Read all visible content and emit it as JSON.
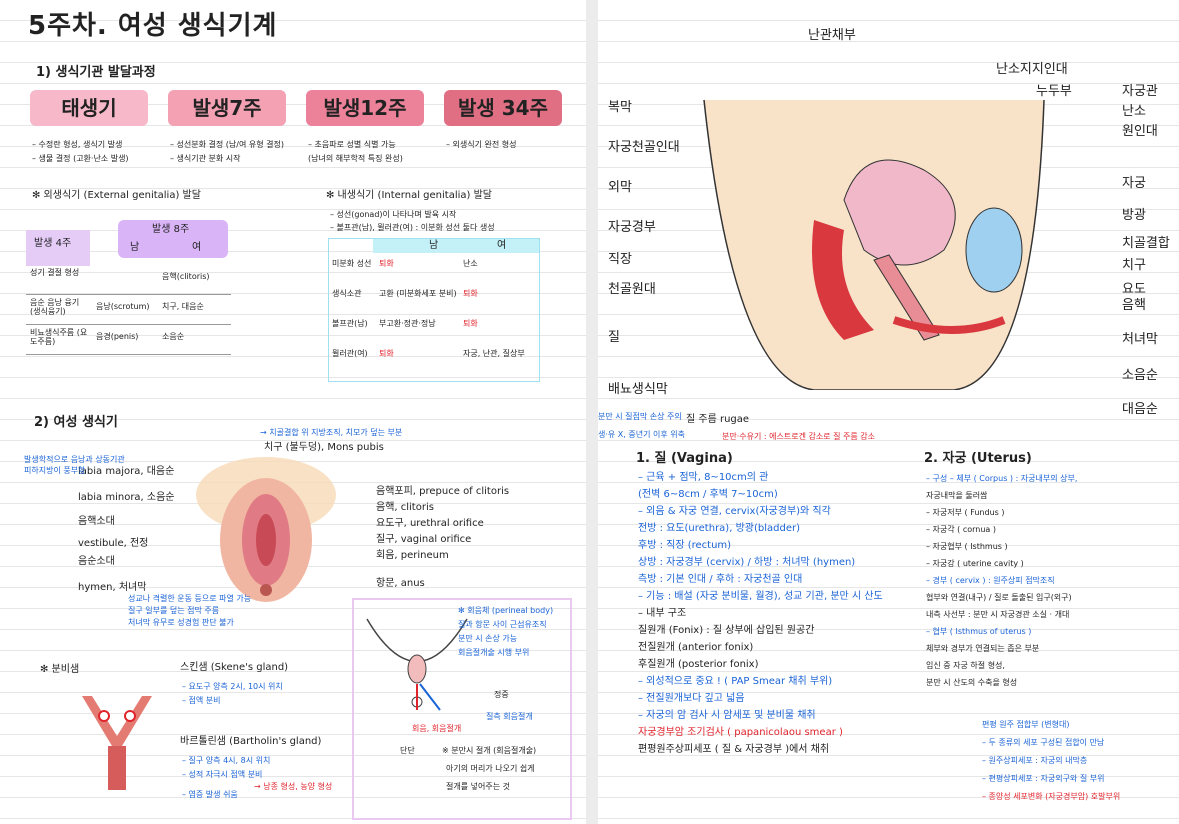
{
  "left": {
    "title": "5주차. 여성 생식기계",
    "s1_title": "1) 생식기관 발달과정",
    "stages": [
      {
        "label": "태생기",
        "color": "#f7b9c9",
        "notes": [
          "– 수정란 형성, 생식기 발생",
          "– 생물 결정 (고환·난소 발생)"
        ]
      },
      {
        "label": "발생7주",
        "color": "#f4a1b4",
        "notes": [
          "– 성선분화 결정 (남/여 유형 결정)",
          "– 생식기관 분화 시작"
        ]
      },
      {
        "label": "발생12주",
        "color": "#ec8299",
        "notes": [
          "– 초음파로 성별 식별 가능",
          "(남녀의 해부학적 특징 완성)"
        ]
      },
      {
        "label": "발생 34주",
        "color": "#e06f84",
        "notes": [
          "– 외생식기 완전 형성"
        ]
      }
    ],
    "ext_title": "✻ 외생식기 (External genitalia) 발달",
    "ext_table": {
      "head_left": "발생 4주",
      "head_right": "발생 8주",
      "male": "남",
      "female": "여",
      "rows": [
        {
          "label": "성기 결절 형성",
          "m": "",
          "f": "음핵(clitoris)"
        },
        {
          "label": "음순 음낭 융기 (생식융기)",
          "m": "음낭(scrotum)",
          "f": "치구, 대음순"
        },
        {
          "label": "비뇨생식주름 (요도주름)",
          "m": "음경(penis)",
          "f": "소음순"
        }
      ]
    },
    "int_title": "✻ 내생식기 (Internal genitalia) 발달",
    "int_notes": [
      "– 성선(gonad)이 나타나며 발육 시작",
      "– 볼프관(남), 뮐러관(여) : 이분화 성선 둘다 생성"
    ],
    "int_table": {
      "male": "남",
      "female": "여",
      "rows": [
        {
          "label": "미분화 성선",
          "m": "퇴화",
          "m_red": true,
          "f": "난소",
          "f_red": false
        },
        {
          "label": "생식소관",
          "m": "고환 (미분화세포 분비)",
          "m_red": false,
          "f": "퇴화",
          "f_red": true
        },
        {
          "label": "볼프관(남)",
          "m": "부고환·정관·정낭",
          "m_red": false,
          "f": "퇴화",
          "f_red": true
        },
        {
          "label": "뮐러관(여)",
          "m": "퇴화",
          "m_red": true,
          "f": "자궁, 난관, 질상부",
          "f_red": false
        }
      ]
    },
    "s2_title": "2) 여성 생식기",
    "ext_fig_left_labels": [
      {
        "text": "labia majora, 대음순",
        "blue": false
      },
      {
        "text": "labia minora, 소음순",
        "blue": false
      },
      {
        "text": "음핵소대",
        "blue": false
      },
      {
        "text": "vestibule, 전정",
        "blue": false
      },
      {
        "text": "음순소대",
        "blue": false
      },
      {
        "text": "hymen, 처녀막",
        "blue": false
      }
    ],
    "ext_fig_right_labels": [
      {
        "text": "음핵포피, prepuce of clitoris"
      },
      {
        "text": "음핵, clitoris"
      },
      {
        "text": "요도구, urethral orifice"
      },
      {
        "text": "질구, vaginal orifice"
      },
      {
        "text": "회음, perineum"
      },
      {
        "text": "항문, anus"
      }
    ],
    "mons_label": "치구 (불두덩), Mons pubis",
    "mons_note": "→ 치골결합 위 지방조직, 치모가 덮는 부분",
    "left_small_notes": [
      "발생학적으로 음낭과 상동기관",
      "피하지방이 풍부함"
    ],
    "hymen_notes": [
      "성교나 격렬한 운동 등으로 파열 가능",
      "질구 일부를 덮는 점막 주름",
      "처녀막 유무로 성경험 판단 불가"
    ],
    "gland_title": "✻ 분비샘",
    "skene": "스킨샘 (Skene's gland)",
    "skene_notes": [
      "– 요도구 양측 2시, 10시 위치",
      "– 점액 분비"
    ],
    "bartholin": "바르톨린샘 (Bartholin's gland)",
    "bartholin_notes": [
      "– 질구 양측 4시, 8시 위치",
      "– 성적 자극시 점액 분비",
      "– 염증 발생 쉬움"
    ],
    "bartholin_extra": "→ 낭종 형성, 농양 형성",
    "perineum_box_notes": [
      "✻ 회음체 (perineal body)",
      "질과 항문 사이 근섬유조직",
      "분만 시 손상 가능",
      "회음절개술 시행 부위"
    ],
    "perineum_labels": {
      "cut": "회음, 회음절개",
      "side": "질측 회음절개",
      "mid": "정중",
      "bottom": "단단"
    },
    "perineum_note_lines": [
      "※ 분만시 절개 (회음절개술)",
      "아기의 머리가 나오기 쉽게",
      "절개를 넣어주는 것"
    ]
  },
  "right": {
    "anatomy_left_labels": [
      "복막",
      "자궁천골인대",
      "외막",
      "자궁경부",
      "직장",
      "천골원대",
      "질",
      "배뇨생식막"
    ],
    "anatomy_top_label": "난관채부",
    "anatomy_right_labels": [
      "난소지지인대",
      "누두부",
      "자궁관",
      "난소",
      "원인대",
      "자궁",
      "방광",
      "치골결합",
      "치구",
      "요도",
      "음핵",
      "처녀막",
      "소음순",
      "대음순"
    ],
    "anatomy_bottom_note": "분만 시 질점막 손상 주의",
    "anatomy_bottom_rugae": "질 주름 rugae",
    "anatomy_bottom_red": "분만·수유기 : 에스트로겐 감소로 질 주름 감소",
    "anatomy_bottom_blue": "생·유 X, 중년기 이후 위축",
    "vagina_title": "1. 질 (Vagina)",
    "vagina_lines": [
      {
        "text": "– 근육 + 점막, 8~10cm의 관",
        "color": "blue"
      },
      {
        "text": "(전벽 6~8cm / 후벽 7~10cm)",
        "color": "blue"
      },
      {
        "text": "– 외음 & 자궁 연결, cervix(자궁경부)와 직각",
        "color": "blue"
      },
      {
        "text": "전방 : 요도(urethra), 방광(bladder)",
        "color": "blue"
      },
      {
        "text": "후방 : 직장 (rectum)",
        "color": "blue"
      },
      {
        "text": "상방 : 자궁경부 (cervix) / 하방 : 처녀막 (hymen)",
        "color": "blue"
      },
      {
        "text": "측방 : 기본 인대 / 후하 : 자궁천골 인대",
        "color": "blue"
      },
      {
        "text": "– 기능 : 배설 (자궁 분비물, 월경), 성교 기관, 분만 시 산도",
        "color": "blue"
      },
      {
        "text": "– 내부 구조",
        "color": "black"
      },
      {
        "text": "질원개 (Fonix) : 질 상부에 삽입된 원공간",
        "color": "black"
      },
      {
        "text": "전질원개 (anterior fonix)",
        "color": "black"
      },
      {
        "text": "후질원개 (posterior fonix)",
        "color": "black"
      },
      {
        "text": "– 외성적으로 중요 ! ( PAP Smear 채취 부위)",
        "color": "blue"
      },
      {
        "text": "– 전질원개보다 깊고 넓음",
        "color": "blue"
      },
      {
        "text": "– 자궁의 암 검사 시 암세포 및 분비물 채취",
        "color": "blue"
      },
      {
        "text": "자궁경부암 조기검사 ( papanicolaou smear )",
        "color": "red"
      },
      {
        "text": "편평원주상피세포 ( 질 & 자궁경부 )에서 채취",
        "color": "black"
      }
    ],
    "uterus_title": "2. 자궁 (Uterus)",
    "uterus_lines": [
      {
        "text": "– 구성 – 체부 ( Corpus ) : 자궁내부의 상부,",
        "color": "blue"
      },
      {
        "text": "자궁내막을 둘러쌈",
        "color": "black"
      },
      {
        "text": "– 자궁저부 ( Fundus )",
        "color": "black"
      },
      {
        "text": "– 자궁각 ( cornua )",
        "color": "black"
      },
      {
        "text": "– 자궁협부 ( Isthmus )",
        "color": "black"
      },
      {
        "text": "– 자궁강 ( uterine cavity )",
        "color": "black"
      },
      {
        "text": "– 경부 ( cervix ) : 원주상피 점막조직",
        "color": "blue"
      },
      {
        "text": "협부와 연결(내구) / 질로 돌출된 입구(외구)",
        "color": "black"
      },
      {
        "text": "내측 사선부 : 분만 시 자궁경관 소실 · 개대",
        "color": "black"
      },
      {
        "text": "– 협부 ( Isthmus of uterus )",
        "color": "blue"
      },
      {
        "text": "체부와 경부가 연결되는 좁은 부분",
        "color": "black"
      },
      {
        "text": "임신 중 자궁 하절 형성,",
        "color": "black"
      },
      {
        "text": "분만 시 산도의 수축을 형성",
        "color": "black"
      }
    ],
    "scj_lines": [
      {
        "text": "편평 원주 접합부 (변형대)",
        "color": "blue"
      },
      {
        "text": "– 두 종류의 세포 구성된 접합이 만남",
        "color": "blue"
      },
      {
        "text": "– 원주상피세포 : 자궁의 내막층",
        "color": "blue"
      },
      {
        "text": "– 편평상피세포 : 자궁외구와 질 부위",
        "color": "blue"
      },
      {
        "text": "– 종양성 세포변화 (자궁경부암) 호발부위",
        "color": "red"
      }
    ]
  }
}
